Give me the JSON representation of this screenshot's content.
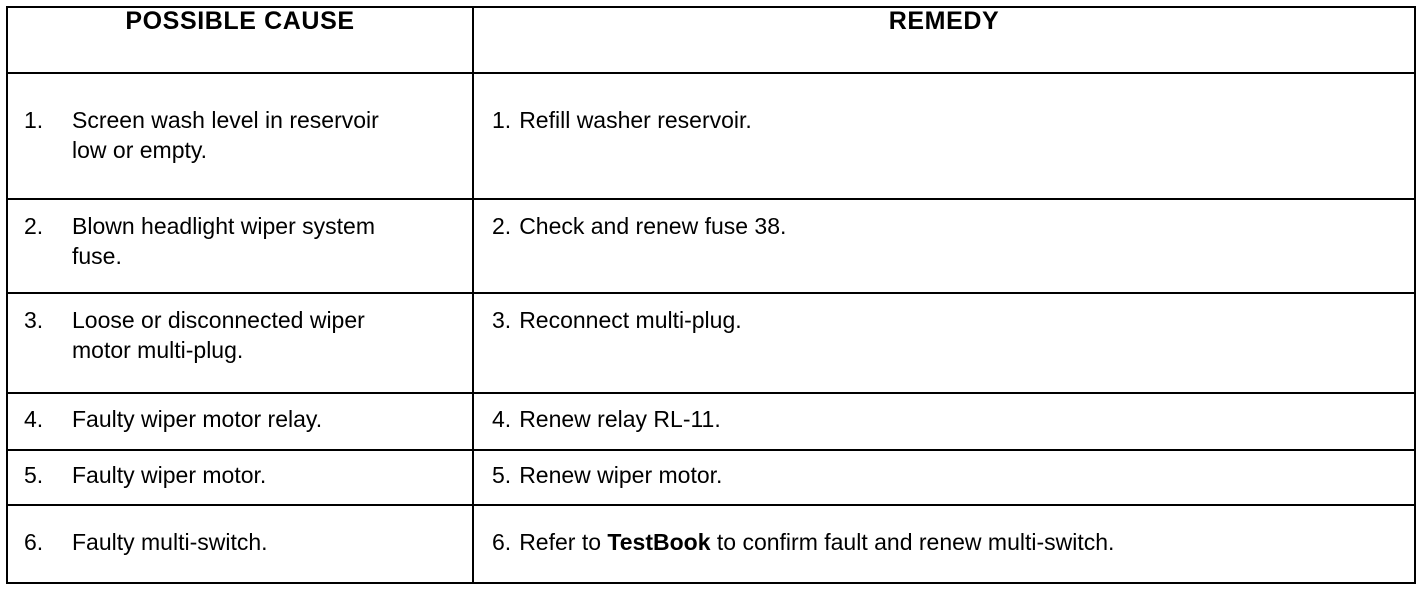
{
  "table": {
    "columns": [
      {
        "key": "cause",
        "header": "POSSIBLE CAUSE"
      },
      {
        "key": "remedy",
        "header": "REMEDY"
      }
    ],
    "rows": [
      {
        "cause_number": "1.",
        "cause_line1": "Screen wash level in reservoir",
        "cause_line2": "low or empty.",
        "remedy_number": "1.",
        "remedy_text": "Refill washer reservoir.",
        "remedy_bold_term": ""
      },
      {
        "cause_number": "2.",
        "cause_line1": "Blown headlight wiper system",
        "cause_line2": "fuse.",
        "remedy_number": "2.",
        "remedy_text": "Check and renew fuse 38.",
        "remedy_bold_term": ""
      },
      {
        "cause_number": "3.",
        "cause_line1": "Loose or disconnected wiper",
        "cause_line2": "motor multi-plug.",
        "remedy_number": "3.",
        "remedy_text": "Reconnect multi-plug.",
        "remedy_bold_term": ""
      },
      {
        "cause_number": "4.",
        "cause_line1": "Faulty wiper motor relay.",
        "cause_line2": "",
        "remedy_number": "4.",
        "remedy_text": "Renew relay RL-11.",
        "remedy_bold_term": ""
      },
      {
        "cause_number": "5.",
        "cause_line1": "Faulty wiper motor.",
        "cause_line2": "",
        "remedy_number": "5.",
        "remedy_text": "Renew wiper motor.",
        "remedy_bold_term": ""
      },
      {
        "cause_number": "6.",
        "cause_line1": "Faulty multi-switch.",
        "cause_line2": "",
        "remedy_number": "6.",
        "remedy_text_before": "Refer to ",
        "remedy_bold_term": "TestBook",
        "remedy_text_after": " to confirm fault and renew multi-switch.",
        "remedy_text": "Refer to TestBook to confirm fault and renew multi-switch."
      }
    ]
  },
  "colors": {
    "page_background": "#ffffff",
    "ink": "#000000",
    "rule": "#000000"
  }
}
